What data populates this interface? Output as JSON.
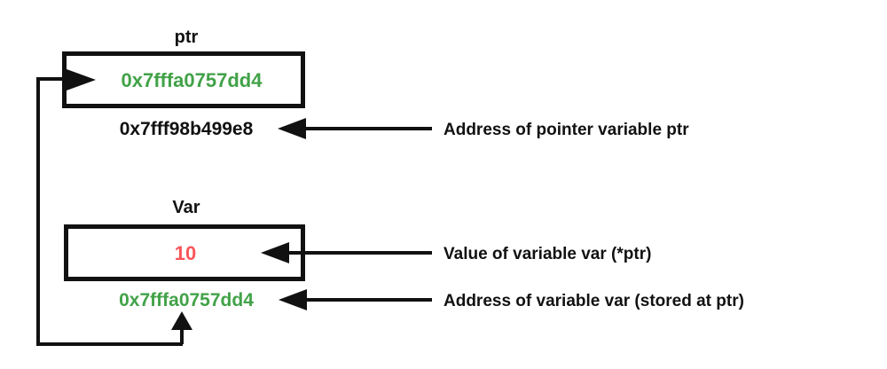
{
  "diagram": {
    "type": "pointer-memory-diagram",
    "background_color": "#ffffff",
    "colors": {
      "address_green": "#41a248",
      "value_red": "#f8565a",
      "text_black": "#111111",
      "box_border": "#111111"
    },
    "pointer_block": {
      "title": "ptr",
      "cell_value": "0x7fffa0757dd4",
      "cell_value_color": "#41a248",
      "address_below": "0x7fff98b499e8",
      "address_color": "#111111",
      "annotation": "Address of pointer variable ptr"
    },
    "variable_block": {
      "title": "Var",
      "cell_value": "10",
      "cell_value_color": "#f8565a",
      "cell_annotation": "Value of variable var (*ptr)",
      "address_below": "0x7fffa0757dd4",
      "address_color": "#41a248",
      "address_annotation": "Address of variable var (stored at ptr)"
    },
    "connector": {
      "name": "points-to-connector",
      "from": "variable address 0x7fffa0757dd4",
      "to": "ptr cell 0x7fffa0757dd4",
      "description": "loop arrow from var address up into ptr box"
    }
  }
}
